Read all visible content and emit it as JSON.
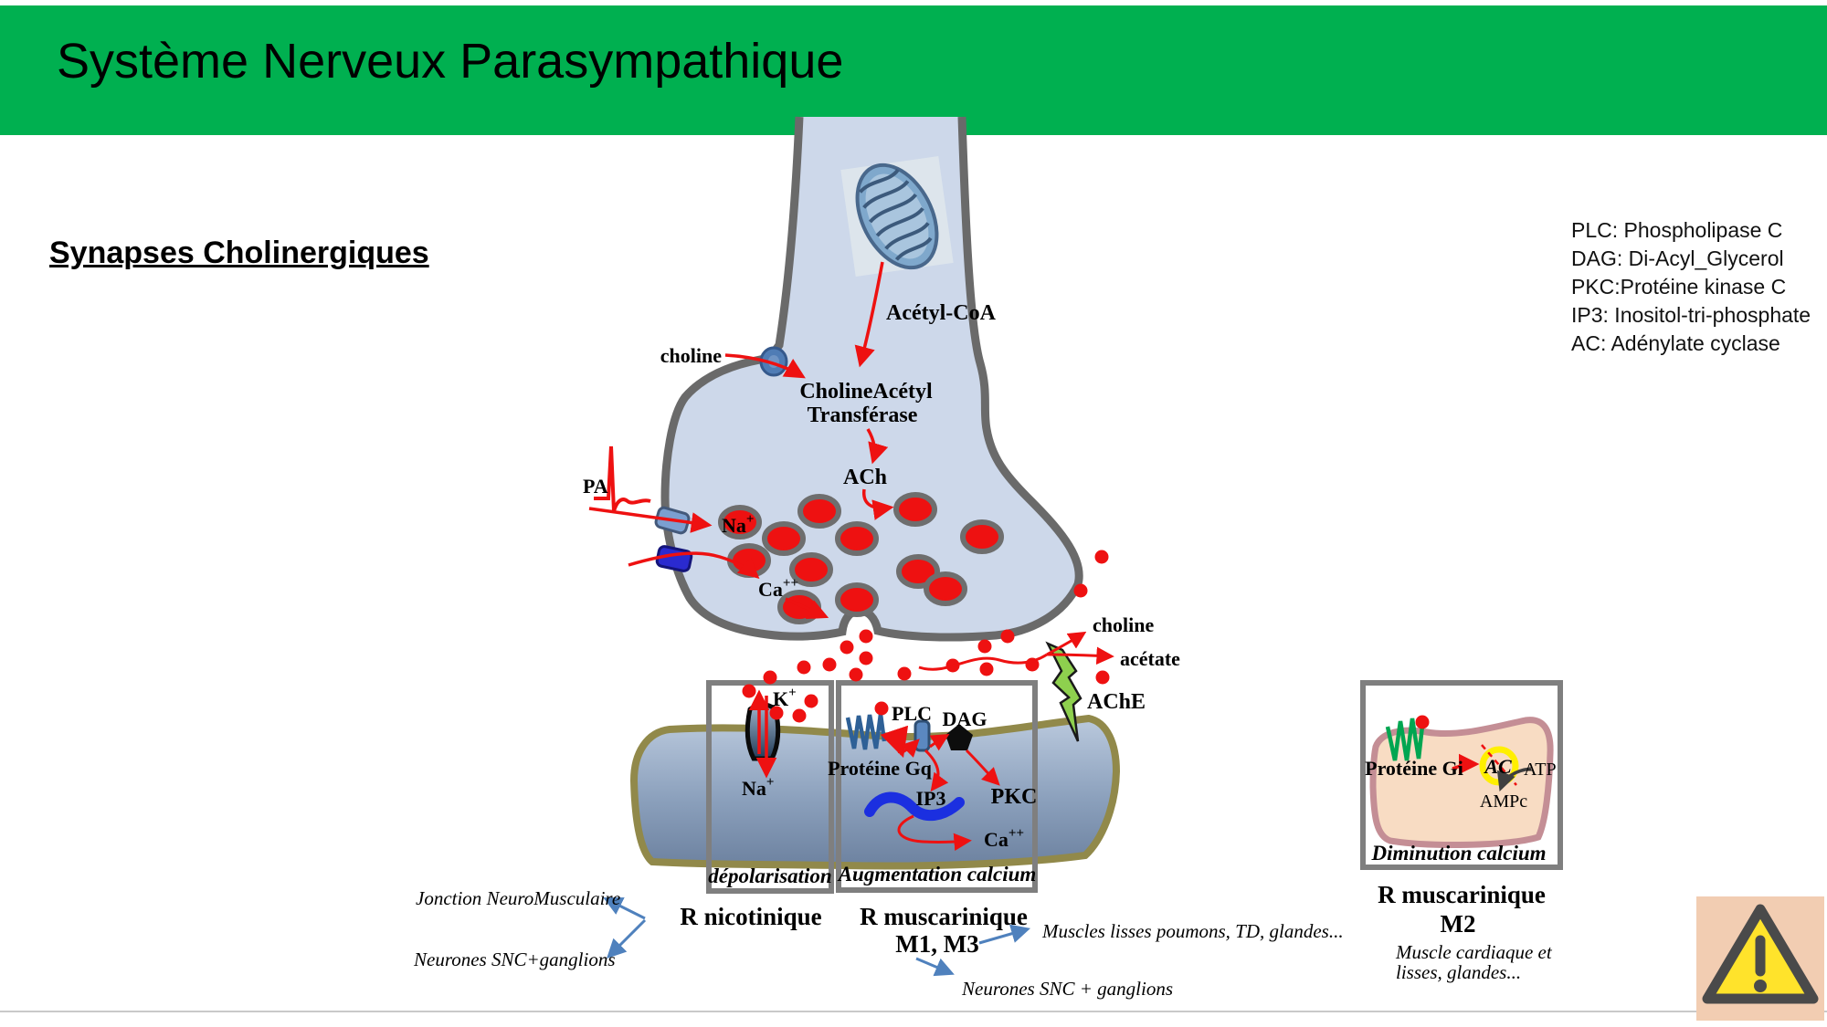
{
  "window": {
    "title": "Système Nerveux Parasympathique"
  },
  "subtitle": "Synapses Cholinergiques",
  "legend": {
    "lines": [
      "PLC: Phospholipase C",
      "DAG: Di-Acyl_Glycerol",
      "PKC:Protéine kinase C",
      "IP3: Inositol-tri-phosphate",
      "AC: Adénylate cyclase"
    ]
  },
  "diagram": {
    "presyn": {
      "choline_in": "choline",
      "acetylcoa": "Acétyl-CoA",
      "cat1": "CholineAcétyl",
      "cat2": "Transférase",
      "ach": "ACh",
      "pa": "PA",
      "na": "Na",
      "na_sup": "+",
      "ca": "Ca",
      "ca_sup": "++"
    },
    "cleft": {
      "choline": "choline",
      "acetate": "acétate",
      "ache": "AChE"
    },
    "nicotinic": {
      "k": "K",
      "k_sup": "+",
      "na": "Na",
      "na_sup": "+",
      "caption": "dépolarisation",
      "title": "R nicotinique",
      "targets": [
        "Jonction NeuroMusculaire",
        "Neurones SNC+ganglions"
      ]
    },
    "m1m3": {
      "plc": "PLC",
      "dag": "DAG",
      "gq": "Protéine Gq",
      "ip3": "IP3",
      "pkc": "PKC",
      "ca": "Ca",
      "ca_sup": "++",
      "caption": "Augmentation calcium",
      "title": "R muscarinique",
      "subtypes": "M1, M3",
      "targets": [
        "Muscles lisses poumons, TD, glandes...",
        "Neurones SNC + ganglions"
      ]
    },
    "m2": {
      "gi": "Protéine Gi",
      "ac": "AC",
      "atp": "ATP",
      "ampc": "AMPc",
      "caption": "Diminution calcium",
      "title": "R muscarinique",
      "subtype": "M2",
      "targets": [
        "Muscle cardiaque et",
        "lisses, glandes..."
      ]
    }
  },
  "colors": {
    "header_green": "#00B050",
    "signal_red": "#ee1111",
    "annotation_blue": "#4f81bd",
    "axon_fill": "#cdd8ea",
    "membrane_gray": "#6a6a6a",
    "muscle_membrane_olive": "#91894a",
    "ache_green": "#8ed04e",
    "ac_ring_yellow": "#ffef00",
    "warning_bg": "#f2cdb2",
    "warning_yellow": "#ffe32b"
  },
  "icons": {
    "warning": "warning-triangle-icon",
    "mitochondria": "mitochondria-icon",
    "ache_bolt": "lightning-bolt-icon"
  }
}
